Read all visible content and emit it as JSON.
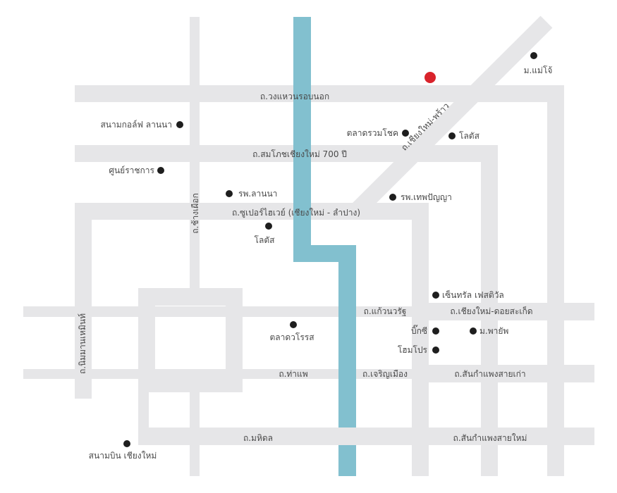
{
  "colors": {
    "road": "#e6e6e8",
    "river": "#82c0cf",
    "marker": "#d9232b",
    "poi": "#1e1e1e"
  },
  "roads": {
    "outer_ring": "ถ.วงแหวนรอบนอก",
    "somphot": "ถ.สมโภชเชียงใหม่ 700 ปี",
    "superhighway": "ถ.ซูเปอร์ไฮเวย์ (เชียงใหม่ -  ลำปาง)",
    "chang_phueak": "ถ.ช้างเผือก",
    "nimman": "ถ.นิมมานเหมินท์",
    "phrao": "ถ.เชียงใหม่-พร้าว",
    "kaeo_nawarat": "ถ.แก้วนวรัฐ",
    "doi_saket": "ถ.เชียงใหม่-ดอยสะเก็ด",
    "tha_phae": "ถ.ท่าแพ",
    "charoen_mueang": "ถ.เจริญเมือง",
    "sankamphaeng_old": "ถ.สันกำแพงสายเก่า",
    "mahidol": "ถ.มหิดล",
    "sankamphaeng_new": "ถ.สันกำแพงสายใหม่"
  },
  "places": {
    "maejo": "ม.แม่โจ้",
    "golf": "สนามกอล์ฟ ลานนา",
    "ruamchok": "ตลาดรวมโชค",
    "lotus_north": "โลตัส",
    "government_center": "ศูนย์ราชการ",
    "lanna_hospital": "รพ.ลานนา",
    "thepanya_hospital": "รพ.เทพปัญญา",
    "lotus_central": "โลตัส",
    "central_festival": "เซ็นทรัล เฟสติวัล",
    "bigc": "บิ๊กซี",
    "payap": "ม.พายัพ",
    "homepro": "โฮมโปร",
    "warorot": "ตลาดวโรรส",
    "airport": "สนามบิน เชียงใหม่"
  }
}
